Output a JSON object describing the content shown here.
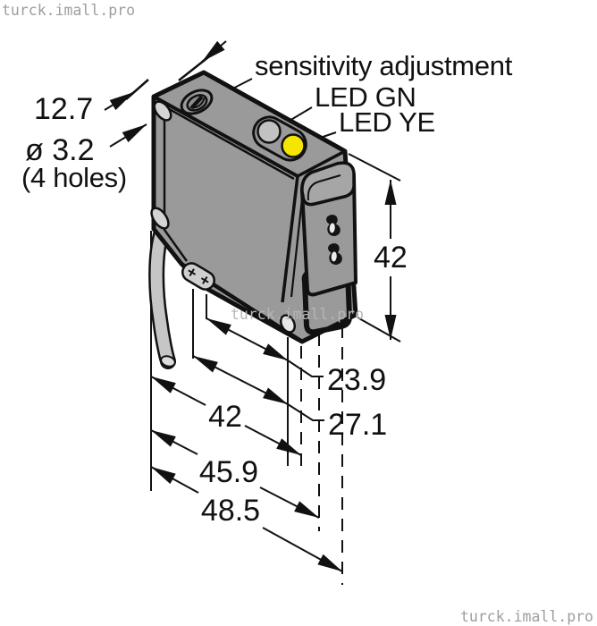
{
  "watermarks": {
    "top_left": "turck.imall.pro",
    "center": "turck.imall.pro",
    "bottom_right": "turck.imall.pro"
  },
  "callouts": {
    "sensitivity": "sensitivity adjustment",
    "led_green": "LED GN",
    "led_yellow": "LED YE",
    "edge_width": "12.7",
    "hole_diameter": "ø 3.2",
    "hole_note": "(4 holes)"
  },
  "dimensions": {
    "height": "42",
    "depth_1": "23.9",
    "depth_2": "27.1",
    "depth_3": "42",
    "depth_4": "45.9",
    "depth_5": "48.5"
  },
  "colors": {
    "body": "#9a9a9a",
    "hood": "#a6a6a6",
    "cable": "#c6c6c6",
    "cable_end": "#dcdcdc",
    "recess": "#191919",
    "keyhole": "#141414",
    "led_yellow": "#f5e500",
    "led_green_off": "#c2c2c2",
    "hole_fill": "#d4d4d4",
    "bottom_hole_fill": "#e8e8e8",
    "slot_fill": "#cfcfcf",
    "line": "#111111",
    "watermark": "#9e9e9e",
    "watermark_center": "#b6b6b6"
  }
}
